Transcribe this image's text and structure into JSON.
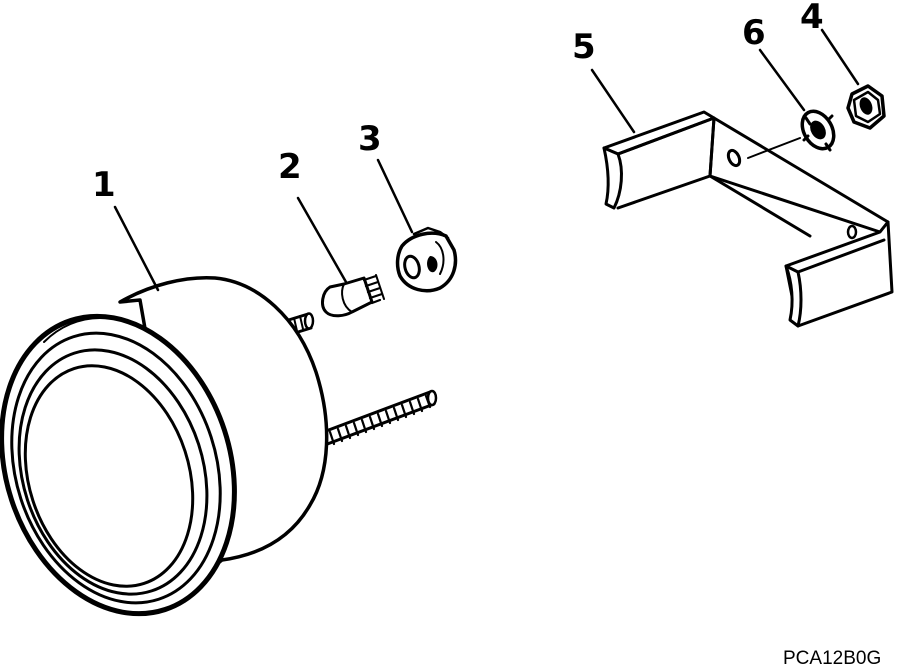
{
  "callouts": [
    {
      "id": "1",
      "text": "1"
    },
    {
      "id": "2",
      "text": "2"
    },
    {
      "id": "3",
      "text": "3"
    },
    {
      "id": "4",
      "text": "4"
    },
    {
      "id": "5",
      "text": "5"
    },
    {
      "id": "6",
      "text": "6"
    }
  ],
  "figure_code": "PCA12B0G"
}
